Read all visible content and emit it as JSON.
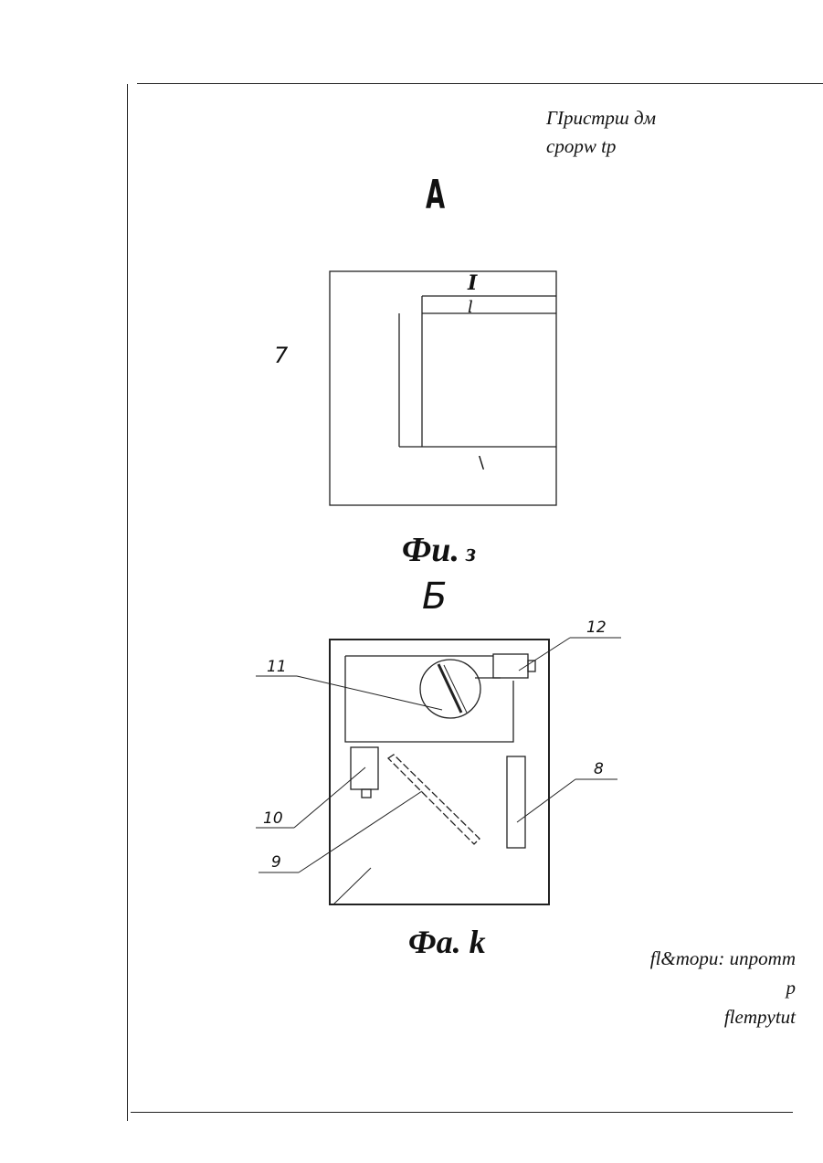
{
  "header_note": {
    "line1": "ГIристрш дм",
    "line2": "cpopw tp"
  },
  "view_a": {
    "label": "А",
    "side_number": "7",
    "top_mark": "I",
    "inner_mark": "l",
    "bottom_mark": "\\"
  },
  "figure3_caption": {
    "main": "Фu.",
    "suffix": " з"
  },
  "view_b": {
    "label": "Б",
    "callouts": [
      "12",
      "11",
      "10",
      "9",
      "8"
    ]
  },
  "figure4_caption": "Фa. k",
  "footer_note": {
    "line1": "fl&mopu: unpomm",
    "line2": "p",
    "line3": "flempytut"
  }
}
